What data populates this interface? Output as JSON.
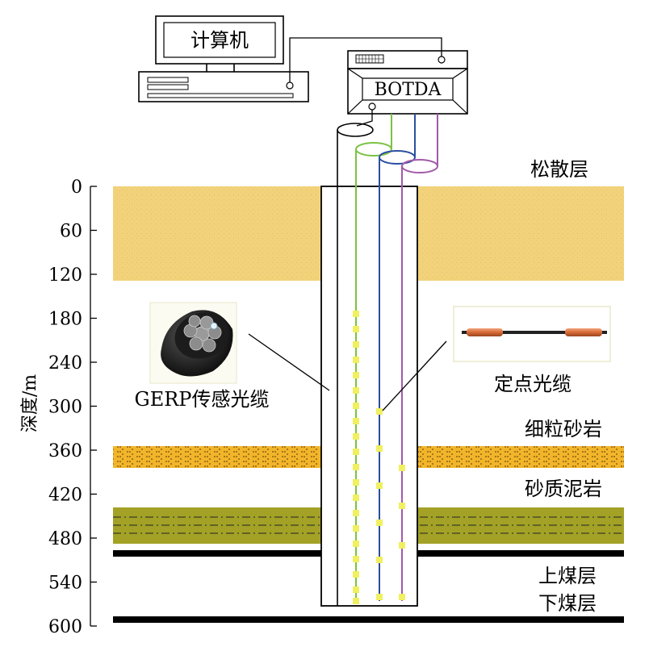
{
  "devices": {
    "computer_label": "计算机",
    "analyzer_label": "BOTDA"
  },
  "axis": {
    "label": "深度/m",
    "ticks": [
      "0",
      "60",
      "120",
      "180",
      "240",
      "300",
      "360",
      "420",
      "480",
      "540",
      "600"
    ]
  },
  "strata": {
    "loose_layer": "松散层",
    "fine_sandstone": "细粒砂岩",
    "sandy_mudstone": "砂质泥岩",
    "upper_coal": "上煤层",
    "lower_coal": "下煤层"
  },
  "cables": {
    "gerp_label": "GERP传感光缆",
    "fixed_point_label": "定点光缆",
    "colors": {
      "green": "#7cc242",
      "blue": "#2b4fa0",
      "purple": "#a25aa8",
      "anchor": "#f0f060"
    }
  },
  "layer_colors": {
    "loose": "#f2d27a",
    "sandstone": "#f2b52a",
    "mudstone": "#a3a126",
    "coal": "#000000"
  }
}
